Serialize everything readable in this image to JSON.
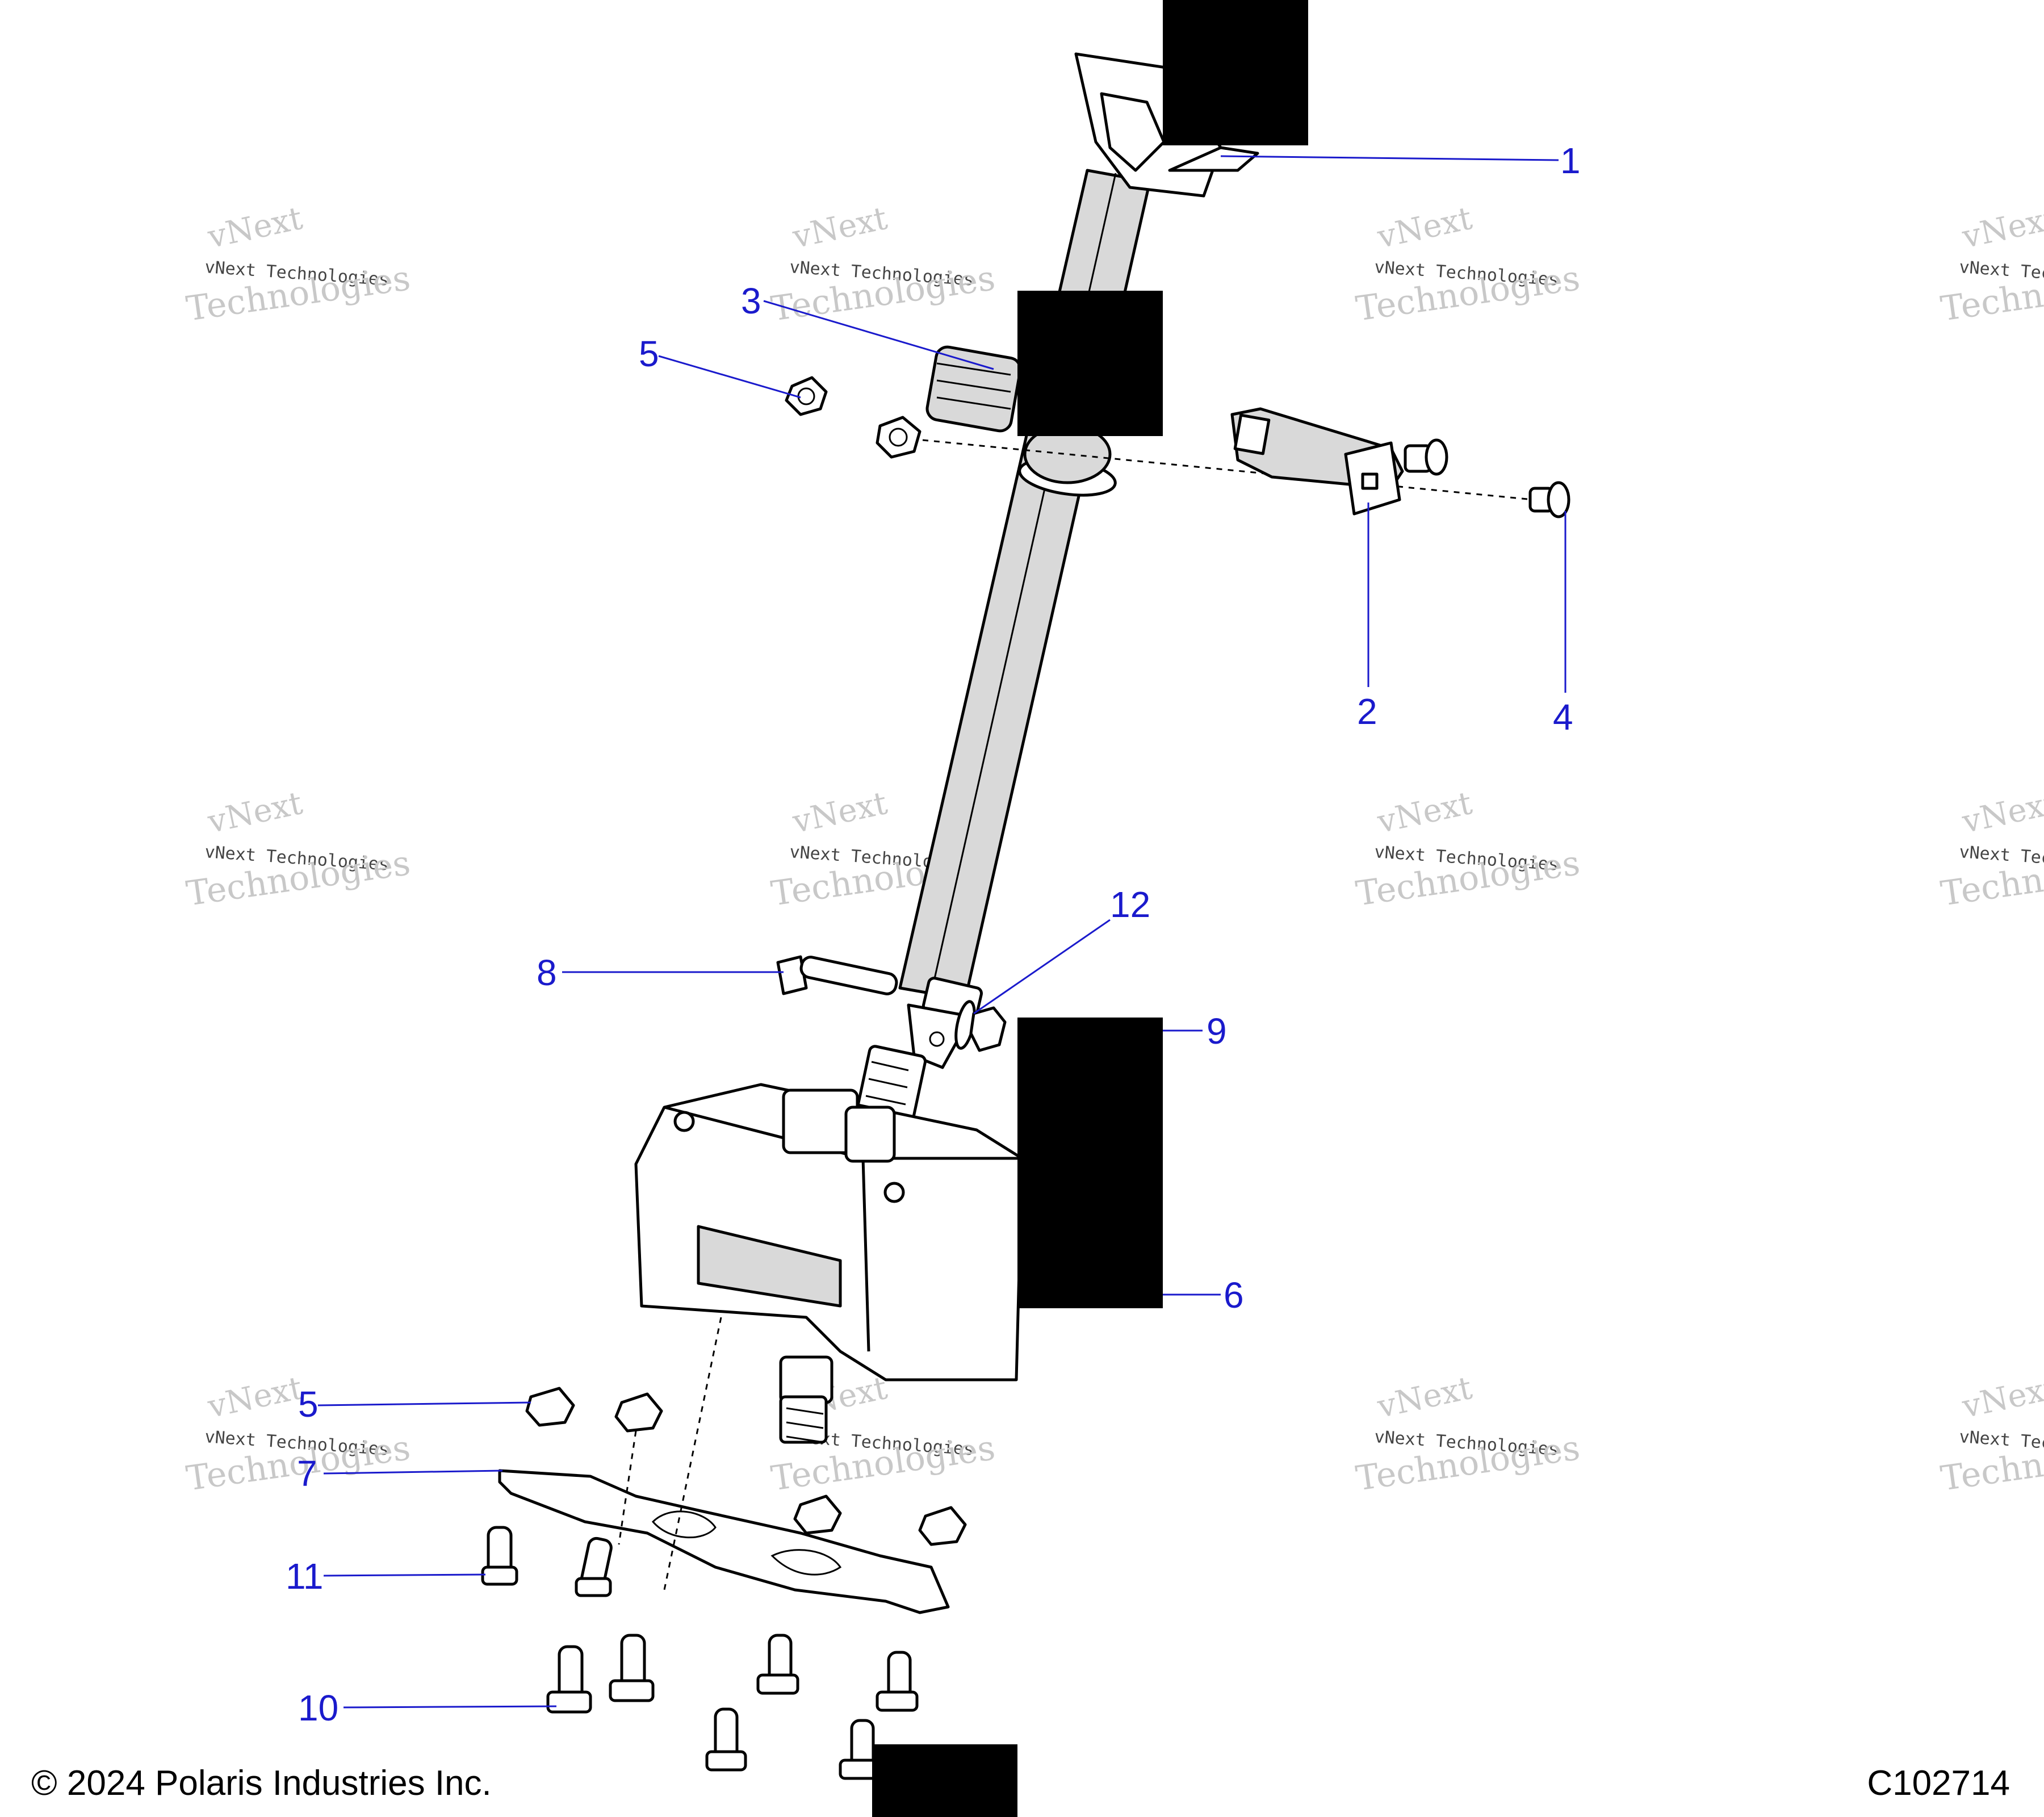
{
  "watermark": {
    "line1": "vNext Technologies",
    "line2": "Technologies",
    "top": "vNext"
  },
  "callouts": [
    "1",
    "2",
    "3",
    "4",
    "5",
    "5",
    "6",
    "7",
    "8",
    "9",
    "10",
    "11",
    "12"
  ],
  "footer": {
    "copyright": "© 2024 Polaris Industries Inc.",
    "code": "C102714"
  },
  "colors": {
    "callout": "#1a1acc",
    "redaction": "#000000"
  }
}
